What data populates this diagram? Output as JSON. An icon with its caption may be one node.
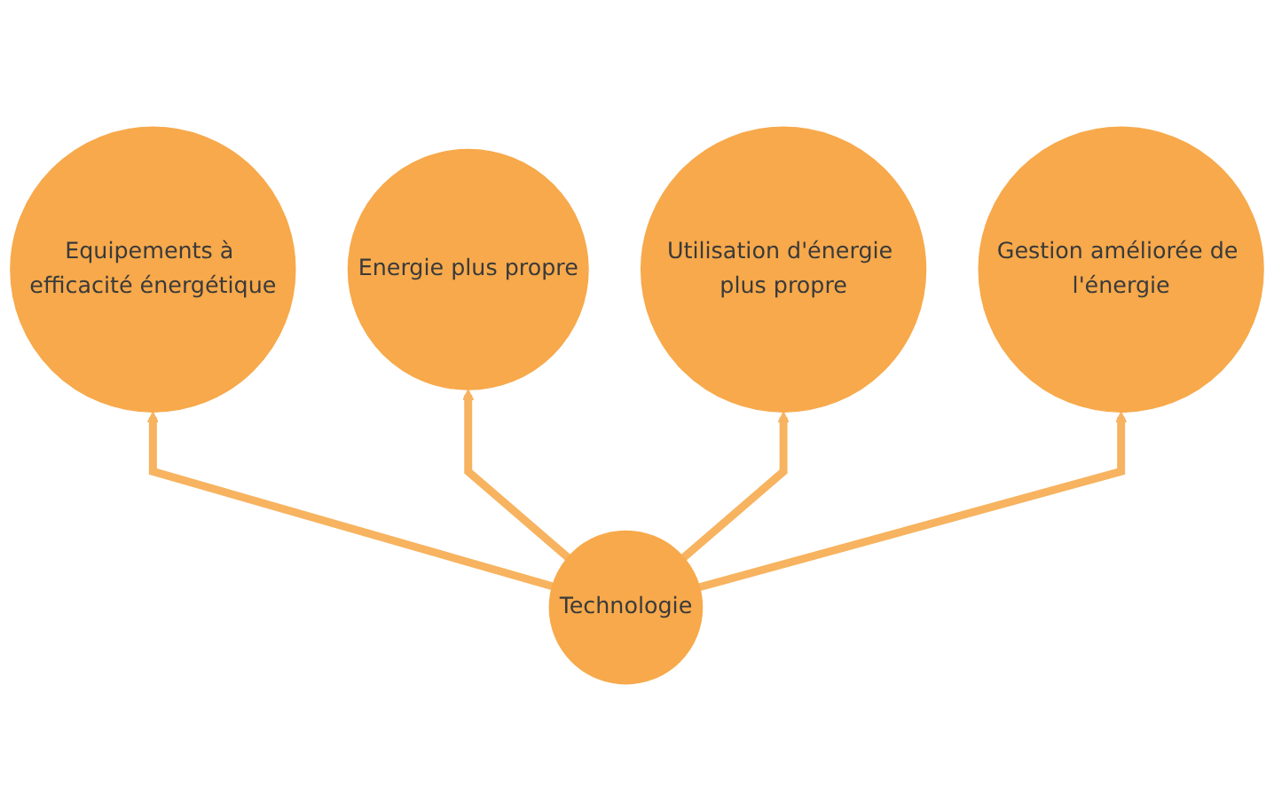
{
  "diagram": {
    "nodes": [
      {
        "text": [
          "Equipements à efficacité énergétique"
        ]
      },
      {
        "text": [
          "Energie plus propre"
        ]
      },
      {
        "text": [
          "Utilisation d'énergie plus propre"
        ]
      },
      {
        "text": [
          "Gestion améliorée de l'énergie"
        ]
      },
      {
        "text": [
          "Technologie"
        ]
      }
    ],
    "edges": [
      {
        "from": 4,
        "to": 0,
        "arrow": "to"
      },
      {
        "from": 4,
        "to": 1,
        "arrow": "to"
      },
      {
        "from": 4,
        "to": 2,
        "arrow": "to"
      },
      {
        "from": 4,
        "to": 3,
        "arrow": "to"
      }
    ]
  }
}
